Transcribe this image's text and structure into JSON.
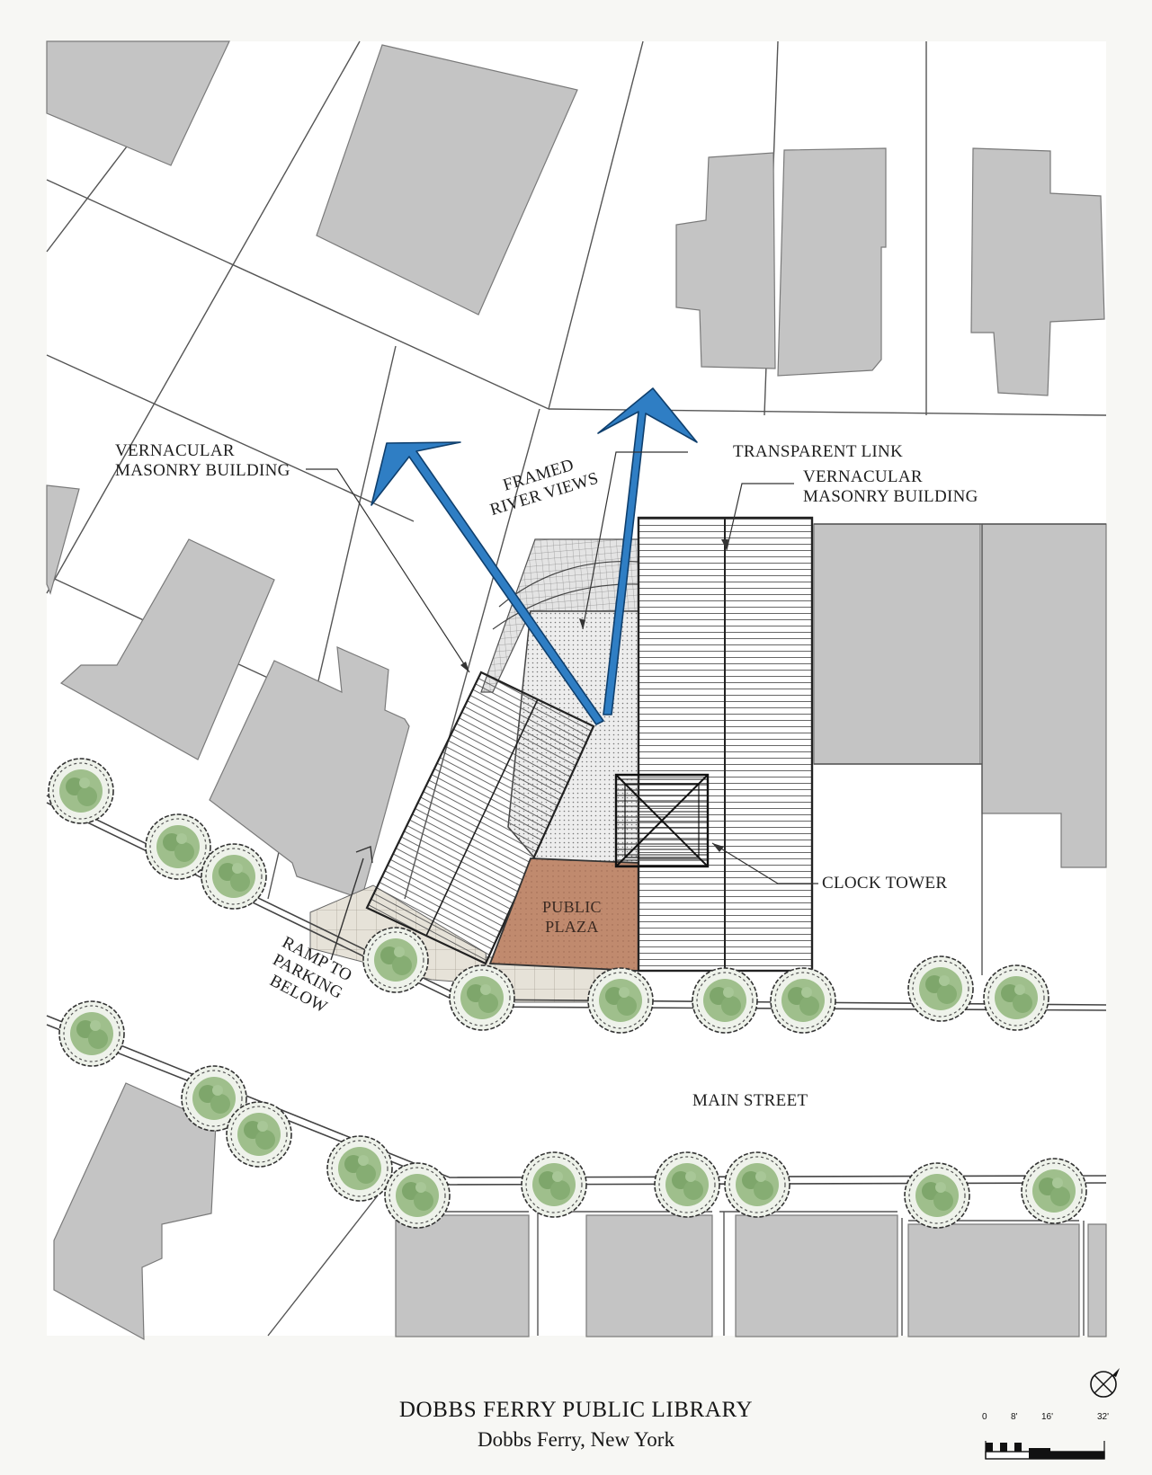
{
  "labels": {
    "vernacular_left_1": "VERNACULAR",
    "vernacular_left_2": "MASONRY BUILDING",
    "framed_1": "FRAMED",
    "framed_2": "RIVER VIEWS",
    "transparent_link": "TRANSPARENT LINK",
    "vernacular_right_1": "VERNACULAR",
    "vernacular_right_2": "MASONRY BUILDING",
    "clock_tower": "CLOCK TOWER",
    "plaza_1": "PUBLIC",
    "plaza_2": "PLAZA",
    "ramp_1": "RAMP TO",
    "ramp_2": "PARKING",
    "ramp_3": "BELOW",
    "main_street": "MAIN STREET"
  },
  "title_block": {
    "title": "DOBBS FERRY PUBLIC LIBRARY",
    "subtitle": "Dobbs Ferry, New York"
  },
  "scale_bar": {
    "ticks": [
      "0",
      "8'",
      "16'",
      "32'"
    ]
  },
  "icons": {
    "north_arrow": "north-arrow-icon",
    "trees": "tree-icon"
  },
  "colors": {
    "building_gray": "#c4c4c4",
    "view_arrow_blue": "#2f7ec4",
    "plaza_brown": "#c08a6e",
    "tree_green": "#8fb07e",
    "paper": "#f7f7f4"
  }
}
